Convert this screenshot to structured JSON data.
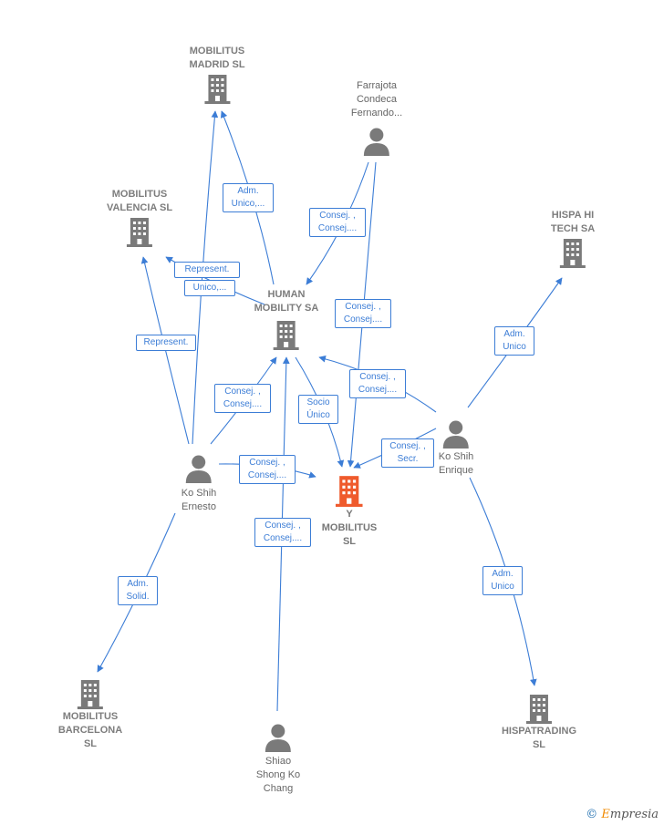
{
  "colors": {
    "edge": "#3c7dd6",
    "node": "#7a7a7a",
    "main": "#ef5a2c"
  },
  "nodes": {
    "madrid": {
      "label": [
        "MOBILITUS",
        "MADRID  SL"
      ],
      "type": "company"
    },
    "farrajota": {
      "label": [
        "Farrajota",
        "Condeca",
        "Fernando..."
      ],
      "type": "person"
    },
    "valencia": {
      "label": [
        "MOBILITUS",
        "VALENCIA  SL"
      ],
      "type": "company"
    },
    "hispahi": {
      "label": [
        "HISPA HI",
        "TECH SA"
      ],
      "type": "company"
    },
    "human": {
      "label": [
        "HUMAN",
        "MOBILITY SA"
      ],
      "type": "company"
    },
    "ernesto": {
      "label": [
        "Ko Shih",
        "Ernesto"
      ],
      "type": "person"
    },
    "enrique": {
      "label": [
        "Ko Shih",
        "Enrique"
      ],
      "type": "person"
    },
    "ymob": {
      "label": [
        "Y",
        "MOBILITUS",
        "SL"
      ],
      "type": "main"
    },
    "barcelona": {
      "label": [
        "MOBILITUS",
        "BARCELONA",
        "SL"
      ],
      "type": "company"
    },
    "shiao": {
      "label": [
        "Shiao",
        "Shong Ko",
        "Chang"
      ],
      "type": "person"
    },
    "hispatrading": {
      "label": [
        "HISPATRADING",
        "SL"
      ],
      "type": "company"
    }
  },
  "edge_labels": {
    "adm_madrid": [
      "Adm.",
      "Unico,..."
    ],
    "consej_farrajota_human": [
      "Consej. ,",
      "Consej...."
    ],
    "represent_human_valencia": [
      "Represent.",
      "Unico,..."
    ],
    "consej_farrajota_ymob": [
      "Consej. ,",
      "Consej...."
    ],
    "adm_hispahi": [
      "Adm.",
      "Unico"
    ],
    "represent_ernesto_valencia": [
      "Represent."
    ],
    "consej_ernesto_human": [
      "Consej. ,",
      "Consej...."
    ],
    "socio_unico": [
      "Socio",
      "Único"
    ],
    "consej_enrique_human": [
      "Consej. ,",
      "Consej...."
    ],
    "consej_secr": [
      "Consej. ,",
      "Secr."
    ],
    "consej_ernesto_ymob": [
      "Consej. ,",
      "Consej...."
    ],
    "consej_shiao": [
      "Consej. ,",
      "Consej...."
    ],
    "adm_solid": [
      "Adm.",
      "Solid."
    ],
    "adm_hispatrading": [
      "Adm.",
      "Unico"
    ]
  },
  "brand": {
    "symbol": "©",
    "first": "E",
    "rest": "mpresia"
  }
}
